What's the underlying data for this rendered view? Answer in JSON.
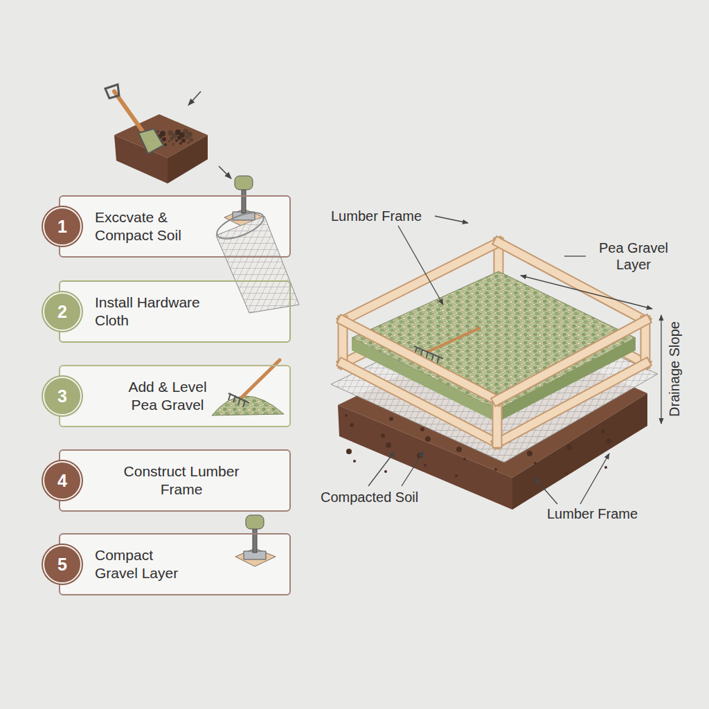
{
  "diagram": {
    "nodes": [
      {
        "text": [
          "Exccvate & Compact Soil"
        ]
      },
      {
        "text": [
          "1"
        ],
        "in": 0
      },
      {
        "text": [
          "Install Hardware Cloth"
        ]
      },
      {
        "text": [
          "2"
        ],
        "in": 2
      },
      {
        "text": [
          "Add & Level Pea Gravel"
        ]
      },
      {
        "text": [
          "3"
        ],
        "in": 4
      },
      {
        "text": [
          "Construct Lumber Frame"
        ]
      },
      {
        "text": [
          "4"
        ],
        "in": 6
      },
      {
        "text": [
          "Compact Gravel Layer"
        ]
      },
      {
        "text": [
          "5"
        ],
        "in": 8
      }
    ],
    "labels": [
      "Lumber Frame",
      "Pea Gravel Layer",
      "Drainage Slope",
      "Compacted Soil",
      "Lumber Frame"
    ]
  }
}
